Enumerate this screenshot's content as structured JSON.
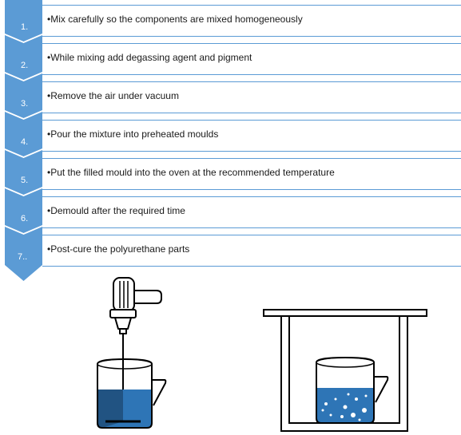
{
  "steps": [
    {
      "number": "1.",
      "text": "•Mix carefully so the components are mixed homogeneously"
    },
    {
      "number": "2.",
      "text": "•While mixing add degassing agent and pigment"
    },
    {
      "number": "3.",
      "text": "•Remove the air under vacuum"
    },
    {
      "number": "4.",
      "text": "•Pour the mixture into preheated moulds"
    },
    {
      "number": "5.",
      "text": "•Put the filled mould into the oven at the recommended temperature"
    },
    {
      "number": "6.",
      "text": "•Demould after the required time"
    },
    {
      "number": "7..",
      "text": "•Post-cure the polyurethane parts"
    }
  ],
  "colors": {
    "chevron": "#5b9bd5",
    "liquid": "#2e75b6",
    "liquid_dark": "#1f4e79",
    "outline": "#000000"
  },
  "illustrations": {
    "left": "drill-mixer-in-beaker-icon",
    "right": "beaker-in-vacuum-chamber-icon"
  }
}
